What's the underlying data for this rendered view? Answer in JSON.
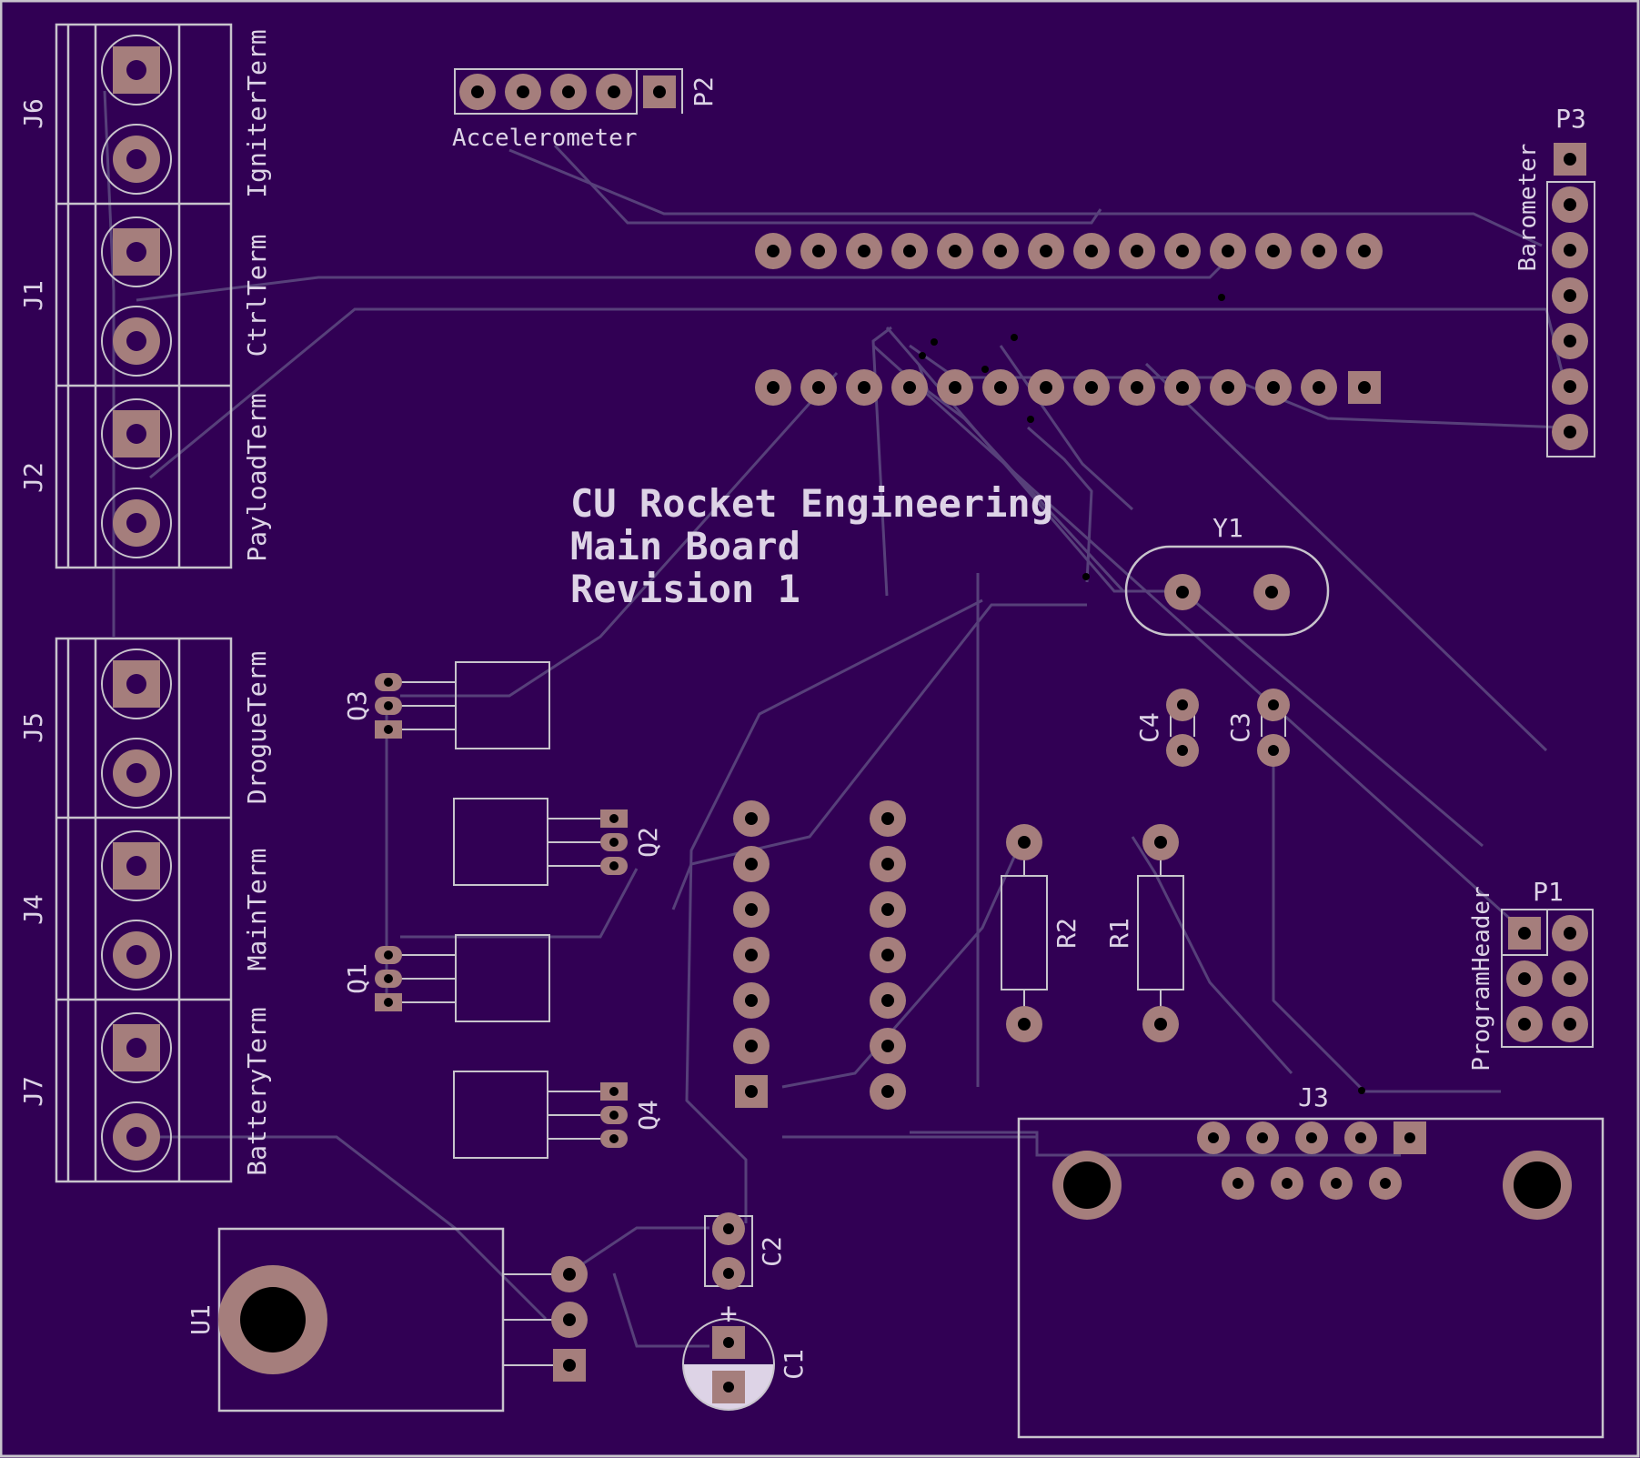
{
  "colors": {
    "board": "#310054",
    "silk": "#ddd3e6",
    "trace": "#57407a",
    "pad": "#a57e7c",
    "hole": "#000000",
    "outline": "#c8c4cc"
  },
  "title": {
    "line1": "CU Rocket Engineering",
    "line2": "Main Board",
    "line3": "Revision 1"
  },
  "terminals": [
    {
      "ref": "J6",
      "name": "IgniterTerm"
    },
    {
      "ref": "J1",
      "name": "CtrlTerm"
    },
    {
      "ref": "J2",
      "name": "PayloadTerm"
    },
    {
      "ref": "J5",
      "name": "DrogueTerm"
    },
    {
      "ref": "J4",
      "name": "MainTerm"
    },
    {
      "ref": "J7",
      "name": "BatteryTerm"
    }
  ],
  "headers": {
    "p2": {
      "ref": "P2",
      "name": "Accelerometer"
    },
    "p3": {
      "ref": "P3",
      "name": "Barometer"
    },
    "p1": {
      "ref": "P1",
      "name": "ProgramHeader"
    }
  },
  "crystal": {
    "ref": "Y1"
  },
  "transistors": {
    "q1": "Q1",
    "q2": "Q2",
    "q3": "Q3",
    "q4": "Q4"
  },
  "capacitors": {
    "c1": "C1",
    "c2": "C2",
    "c3": "C3",
    "c4": "C4",
    "c1_polarity": "+"
  },
  "resistors": {
    "r1": "R1",
    "r2": "R2"
  },
  "regulator": {
    "ref": "U1"
  },
  "connector": {
    "ref": "J3"
  }
}
